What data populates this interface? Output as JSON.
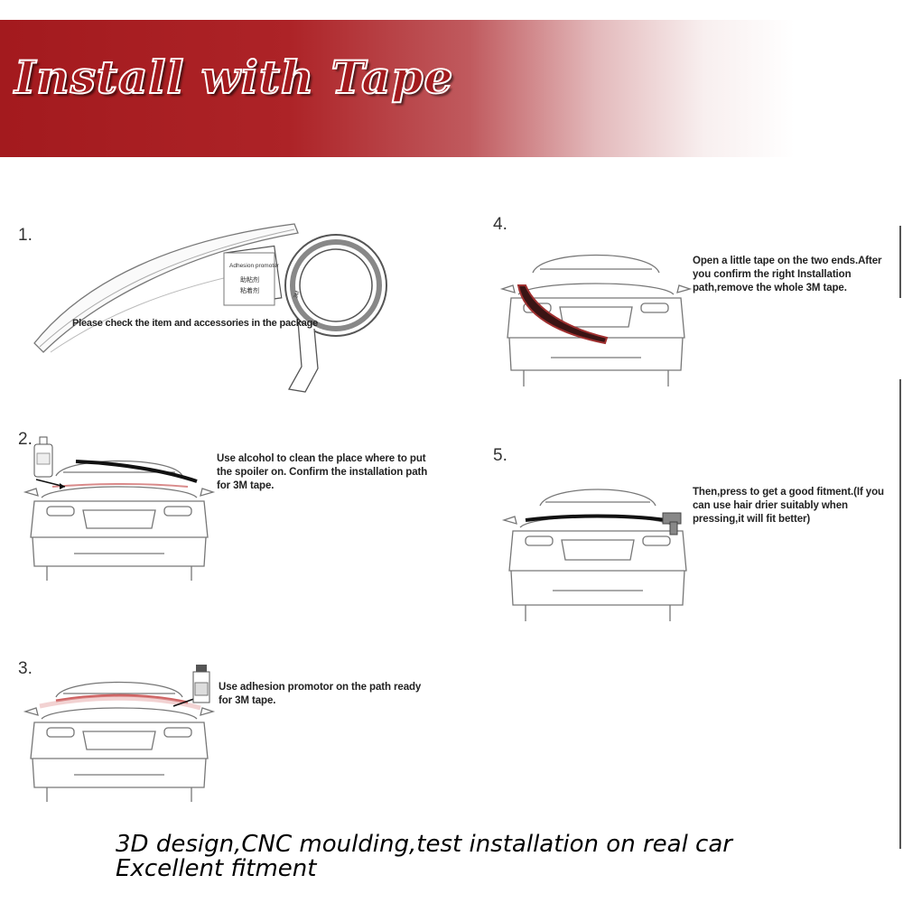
{
  "banner": {
    "title": "Install with Tape"
  },
  "steps": [
    {
      "number": "1.",
      "text": "Please check  the item and accessories in the package"
    },
    {
      "number": "2.",
      "text_lines": [
        "Use alcohol to clean the place where to put",
        "the spoiler on. Confirm the installation path",
        "for 3M tape."
      ]
    },
    {
      "number": "3.",
      "text_lines": [
        "Use adhesion promotor on the path ready",
        "for 3M tape."
      ]
    },
    {
      "number": "4.",
      "text_lines": [
        "Open a little tape on the two ends.After",
        "you confirm the right Installation",
        "path,remove the whole 3M tape."
      ]
    },
    {
      "number": "5.",
      "text_lines": [
        "Then,press to get a good fitment.(If you",
        "can use hair drier suitably when",
        "pressing,it will fit better)"
      ]
    }
  ],
  "package_label": {
    "line1": "Adhesion promoter",
    "line2": "助粘剂",
    "line3": "粘着剂"
  },
  "caption": {
    "line1": "3D design,CNC moulding,test installation on real car",
    "line2": "Excellent fitment"
  }
}
